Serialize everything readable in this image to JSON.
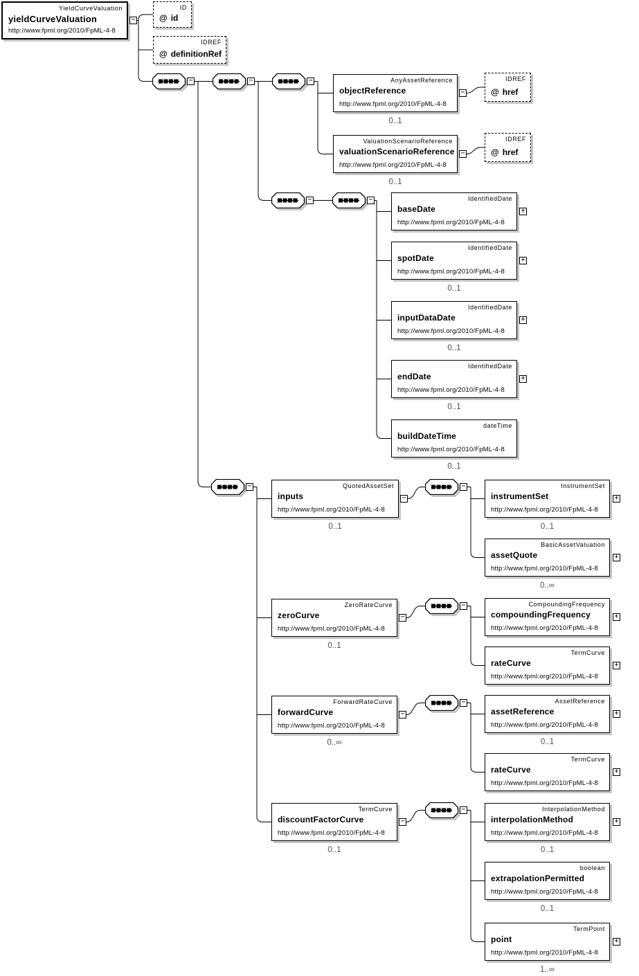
{
  "namespace": "http://www.fpml.org/2010/FpML-4-8",
  "icons": {
    "collapse_glyph": "−",
    "expand_glyph": "+",
    "attribute_prefix": "@"
  },
  "root": {
    "type_label": "YieldCurveValuation",
    "name": "yieldCurveValuation"
  },
  "attributes": {
    "id": {
      "type_label": "ID",
      "name": "id"
    },
    "definitionRef": {
      "type_label": "IDREF",
      "name": "definitionRef"
    },
    "href_object": {
      "type_label": "IDREF",
      "name": "href"
    },
    "href_scenario": {
      "type_label": "IDREF",
      "name": "href"
    }
  },
  "elements": {
    "objectReference": {
      "type_label": "AnyAssetReference",
      "name": "objectReference",
      "cardinality": "0..1"
    },
    "valuationScenarioReference": {
      "type_label": "ValuationScenarioReference",
      "name": "valuationScenarioReference",
      "cardinality": "0..1"
    },
    "baseDate": {
      "type_label": "IdentifiedDate",
      "name": "baseDate",
      "cardinality": ""
    },
    "spotDate": {
      "type_label": "IdentifiedDate",
      "name": "spotDate",
      "cardinality": "0..1"
    },
    "inputDataDate": {
      "type_label": "IdentifiedDate",
      "name": "inputDataDate",
      "cardinality": "0..1"
    },
    "endDate": {
      "type_label": "IdentifiedDate",
      "name": "endDate",
      "cardinality": "0..1"
    },
    "buildDateTime": {
      "type_label": "dateTime",
      "name": "buildDateTime",
      "cardinality": "0..1"
    },
    "inputs": {
      "type_label": "QuotedAssetSet",
      "name": "inputs",
      "cardinality": "0..1"
    },
    "instrumentSet": {
      "type_label": "InstrumentSet",
      "name": "instrumentSet",
      "cardinality": "0..1"
    },
    "assetQuote": {
      "type_label": "BasicAssetValuation",
      "name": "assetQuote",
      "cardinality": "0..∞"
    },
    "zeroCurve": {
      "type_label": "ZeroRateCurve",
      "name": "zeroCurve",
      "cardinality": "0..1"
    },
    "compoundingFrequency": {
      "type_label": "CompoundingFrequency",
      "name": "compoundingFrequency",
      "cardinality": ""
    },
    "rateCurve_zero": {
      "type_label": "TermCurve",
      "name": "rateCurve",
      "cardinality": ""
    },
    "forwardCurve": {
      "type_label": "ForwardRateCurve",
      "name": "forwardCurve",
      "cardinality": "0..∞"
    },
    "assetReference": {
      "type_label": "AssetReference",
      "name": "assetReference",
      "cardinality": "0..1"
    },
    "rateCurve_forward": {
      "type_label": "TermCurve",
      "name": "rateCurve",
      "cardinality": ""
    },
    "discountFactorCurve": {
      "type_label": "TermCurve",
      "name": "discountFactorCurve",
      "cardinality": "0..1"
    },
    "interpolationMethod": {
      "type_label": "InterpolationMethod",
      "name": "interpolationMethod",
      "cardinality": "0..1"
    },
    "extrapolationPermitted": {
      "type_label": "boolean",
      "name": "extrapolationPermitted",
      "cardinality": "0..1"
    },
    "point": {
      "type_label": "TermPoint",
      "name": "point",
      "cardinality": "1..∞"
    }
  }
}
